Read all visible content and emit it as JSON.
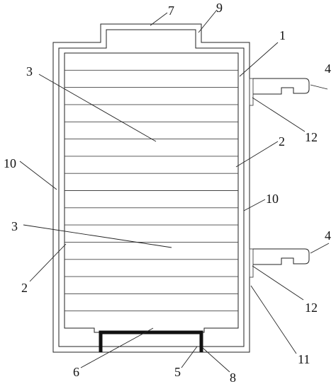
{
  "labels": {
    "l1": "1",
    "l2a": "2",
    "l2b": "2",
    "l3a": "3",
    "l3b": "3",
    "l4a": "4",
    "l4b": "4",
    "l5": "5",
    "l6": "6",
    "l7": "7",
    "l8": "8",
    "l9": "9",
    "l10a": "10",
    "l10b": "10",
    "l11": "11",
    "l12a": "12",
    "l12b": "12"
  }
}
